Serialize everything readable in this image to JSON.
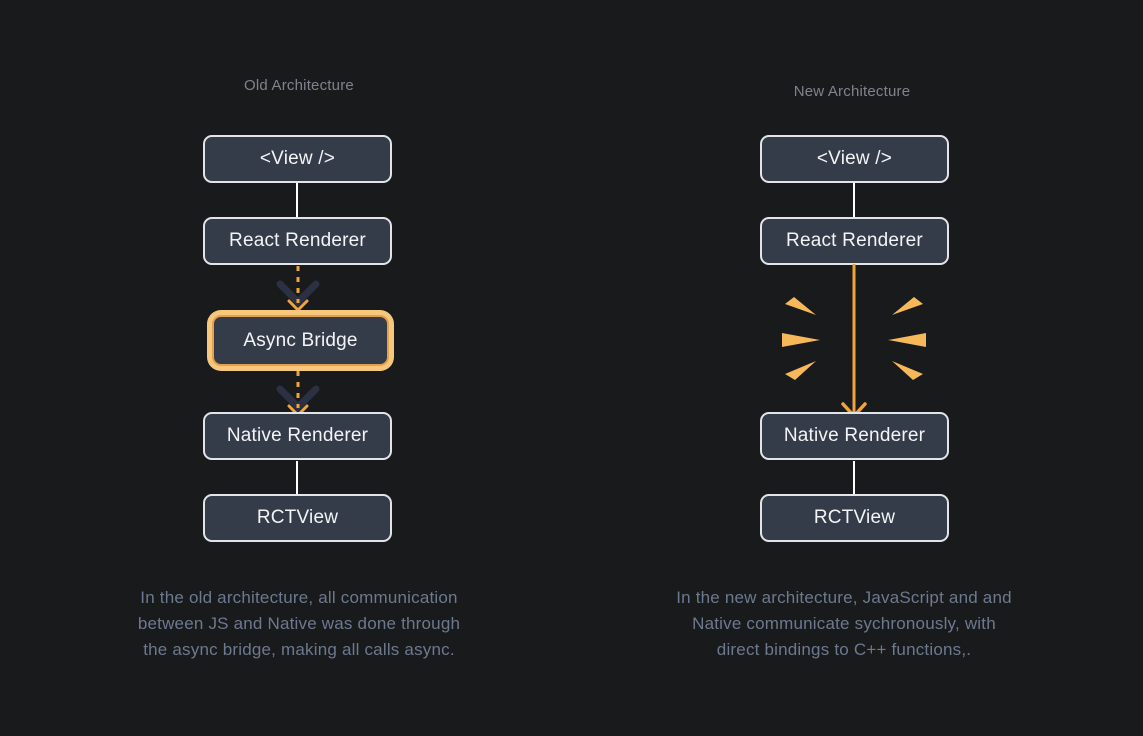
{
  "old": {
    "title": "Old Architecture",
    "nodes": {
      "view": "<View />",
      "react_renderer": "React Renderer",
      "async_bridge": "Async Bridge",
      "native_renderer": "Native Renderer",
      "rctview": "RCTView"
    },
    "caption": [
      "In the old architecture, all communication",
      "between JS and Native was done through",
      "the async bridge, making all calls async."
    ]
  },
  "new": {
    "title": "New Architecture",
    "nodes": {
      "view": "<View />",
      "react_renderer": "React Renderer",
      "native_renderer": "Native Renderer",
      "rctview": "RCTView"
    },
    "caption": [
      "In the new architecture, JavaScript and and",
      "Native communicate sychronously, with",
      "direct bindings to C++ functions,."
    ]
  },
  "colors": {
    "background": "#191a1c",
    "box_fill": "#353c49",
    "box_border": "#e2e4e8",
    "accent_orange": "#f0a43c",
    "spark_orange": "#f6b859",
    "highlight_glow": "#f6c87e",
    "highlight_ring": "#e5a049",
    "dark_chevron": "#2b3142",
    "title_gray": "#7e838d",
    "caption_gray": "#6d798f"
  }
}
